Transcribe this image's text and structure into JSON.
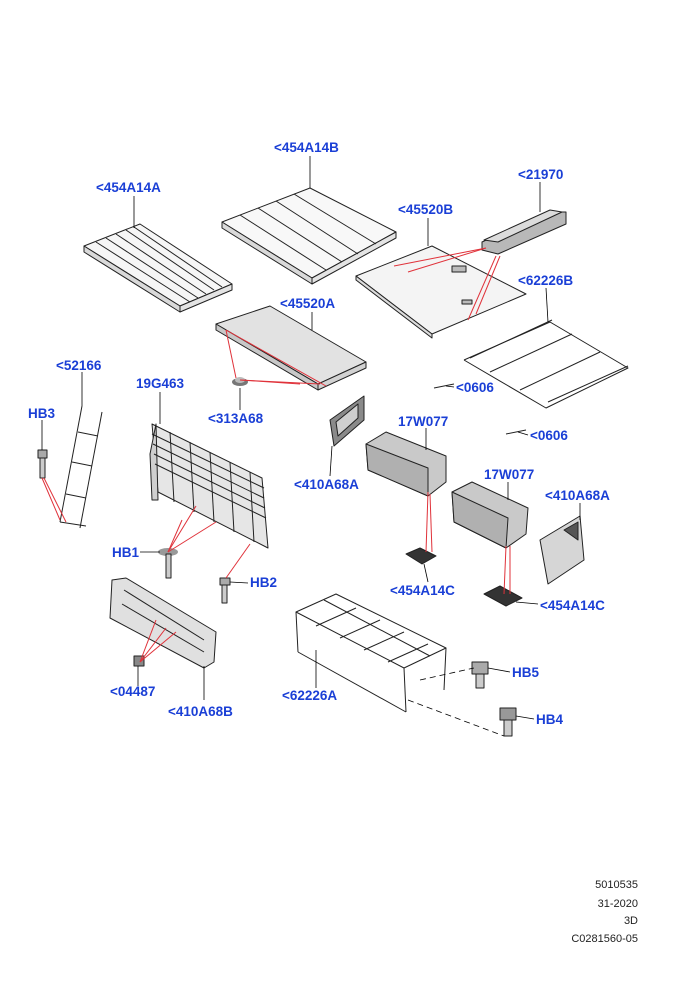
{
  "labels": {
    "l_454A14B": "<454A14B",
    "l_454A14A": "<454A14A",
    "l_21970": "<21970",
    "l_45520B": "<45520B",
    "l_62226B": "<62226B",
    "l_45520A": "<45520A",
    "l_52166": "<52166",
    "l_19G463": "19G463",
    "l_HB3": "HB3",
    "l_313A68": "<313A68",
    "l_0606_a": "<0606",
    "l_0606_b": "<0606",
    "l_17W077_a": "17W077",
    "l_17W077_b": "17W077",
    "l_410A68A_a": "<410A68A",
    "l_410A68A_b": "<410A68A",
    "l_HB1": "HB1",
    "l_HB2": "HB2",
    "l_454A14C_a": "<454A14C",
    "l_454A14C_b": "<454A14C",
    "l_HB5": "HB5",
    "l_HB4": "HB4",
    "l_04487": "<04487",
    "l_410A68B": "<410A68B",
    "l_62226A": "<62226A"
  },
  "footer": {
    "line1": "5010535",
    "line2": "31-2020",
    "line3": "3D",
    "line4": "C0281560-05"
  },
  "colors": {
    "label": "#1a3fd6",
    "leader_red": "#e0323a",
    "line": "#222222"
  }
}
